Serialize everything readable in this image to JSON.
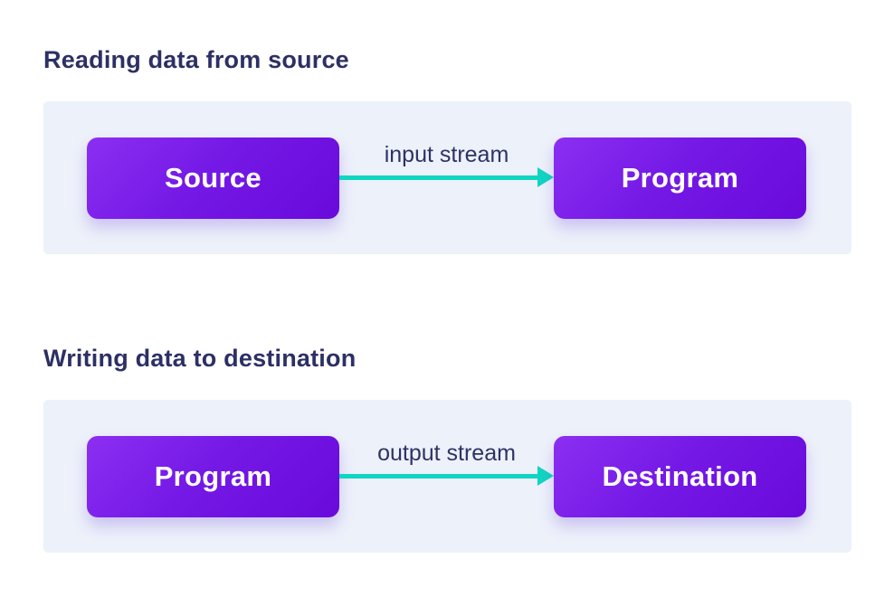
{
  "diagram": {
    "colors": {
      "background": "#ffffff",
      "panel": "#edf1fa",
      "title_text": "#2d3064",
      "node_gradient_start": "#8c2ff2",
      "node_gradient_end": "#690adb",
      "node_text": "#ffffff",
      "arrow": "#10d5c3",
      "arrow_label_text": "#2e3264"
    },
    "sections": [
      {
        "title": "Reading data from source",
        "left_node": "Source",
        "arrow_label": "input stream",
        "right_node": "Program"
      },
      {
        "title": "Writing data to destination",
        "left_node": "Program",
        "arrow_label": "output stream",
        "right_node": "Destination"
      }
    ]
  }
}
